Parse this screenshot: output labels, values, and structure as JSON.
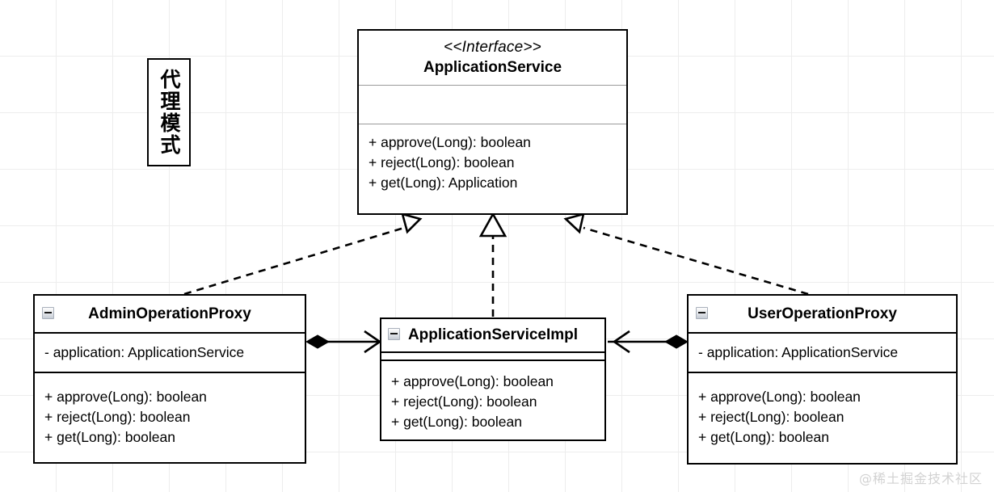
{
  "diagram": {
    "title_badge": "代理模式",
    "watermark": "@稀土掘金技术社区",
    "background": "#ffffff",
    "grid_color": "#ededed",
    "line_color": "#000000"
  },
  "interface_box": {
    "stereotype": "<<Interface>>",
    "name": "ApplicationService",
    "attributes": [],
    "methods": [
      "+ approve(Long): boolean",
      "+ reject(Long): boolean",
      "+ get(Long): Application"
    ]
  },
  "admin_proxy": {
    "icon": "minus-icon",
    "name": "AdminOperationProxy",
    "attributes": [
      "- application: ApplicationService"
    ],
    "methods": [
      "+ approve(Long): boolean",
      "+ reject(Long): boolean",
      "+ get(Long): boolean"
    ]
  },
  "impl_class": {
    "icon": "minus-icon",
    "name": "ApplicationServiceImpl",
    "attributes": [],
    "methods": [
      "+ approve(Long): boolean",
      "+ reject(Long): boolean",
      "+ get(Long): boolean"
    ]
  },
  "user_proxy": {
    "icon": "minus-icon",
    "name": "UserOperationProxy",
    "attributes": [
      "- application: ApplicationService"
    ],
    "methods": [
      "+ approve(Long): boolean",
      "+ reject(Long): boolean",
      "+ get(Long): boolean"
    ]
  },
  "relationships": [
    {
      "name": "admin-proxy-realizes-interface",
      "type": "realization",
      "from": "AdminOperationProxy",
      "to": "ApplicationService",
      "style": "dashed-hollow-triangle"
    },
    {
      "name": "impl-realizes-interface",
      "type": "realization",
      "from": "ApplicationServiceImpl",
      "to": "ApplicationService",
      "style": "dashed-hollow-triangle"
    },
    {
      "name": "user-proxy-realizes-interface",
      "type": "realization",
      "from": "UserOperationProxy",
      "to": "ApplicationService",
      "style": "dashed-hollow-triangle"
    },
    {
      "name": "admin-proxy-composes-impl",
      "type": "composition",
      "from": "AdminOperationProxy",
      "to": "ApplicationServiceImpl",
      "style": "filled-diamond-open-arrow"
    },
    {
      "name": "user-proxy-composes-impl",
      "type": "composition",
      "from": "UserOperationProxy",
      "to": "ApplicationServiceImpl",
      "style": "filled-diamond-open-arrow"
    }
  ]
}
